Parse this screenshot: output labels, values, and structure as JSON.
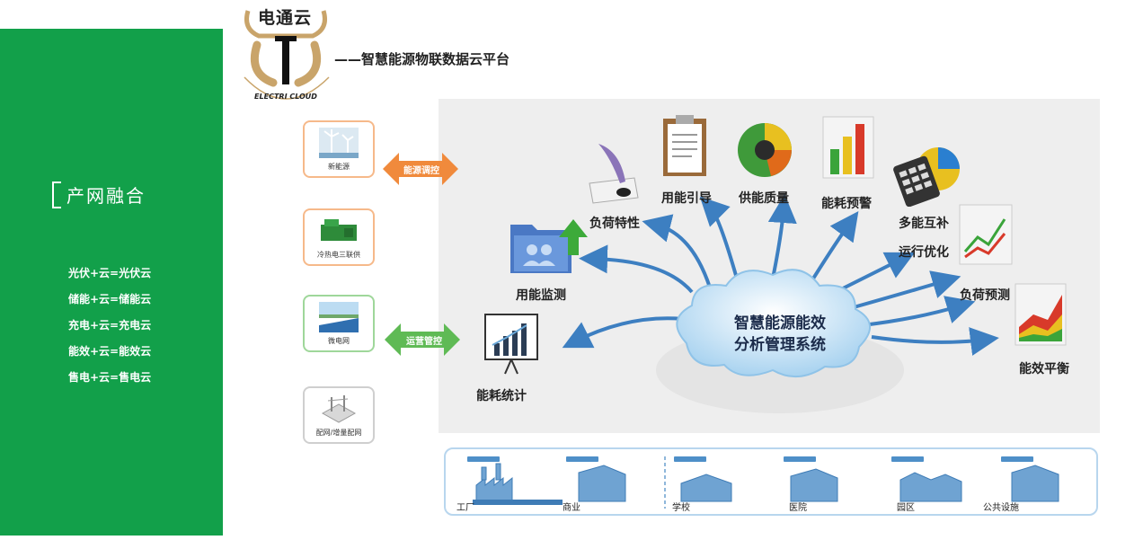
{
  "logo": {
    "text": "电通云",
    "ring_text": "ELECTRI CLOUD"
  },
  "tagline": "——智慧能源物联数据云平台",
  "sidebar": {
    "title": "产网融合",
    "items": [
      "光伏+云=光伏云",
      "储能+云=储能云",
      "充电+云=充电云",
      "能效+云=能效云",
      "售电+云=售电云"
    ]
  },
  "sources": [
    "新能源",
    "冷热电三联供",
    "微电网",
    "配网/增量配网"
  ],
  "arrows": {
    "energy_control": "能源调控",
    "operation_control": "运营管控"
  },
  "center": {
    "line1": "智慧能源能效",
    "line2": "分析管理系统"
  },
  "nodes": {
    "consumption_stats": "能耗统计",
    "usage_monitor": "用能监测",
    "load_profile": "负荷特性",
    "usage_guide": "用能引导",
    "supply_quality": "供能质量",
    "consumption_alert": "能耗预警",
    "multi_energy_1": "多能互补",
    "multi_energy_2": "运行优化",
    "load_forecast": "负荷预测",
    "efficiency_balance": "能效平衡"
  },
  "buildings": [
    "工厂",
    "商业",
    "学校",
    "医院",
    "园区",
    "公共设施"
  ],
  "colors": {
    "green": "#12a04a",
    "orange": "#f08a3c",
    "arrow_blue": "#3d7fc1",
    "panel": "#eeeeee"
  }
}
